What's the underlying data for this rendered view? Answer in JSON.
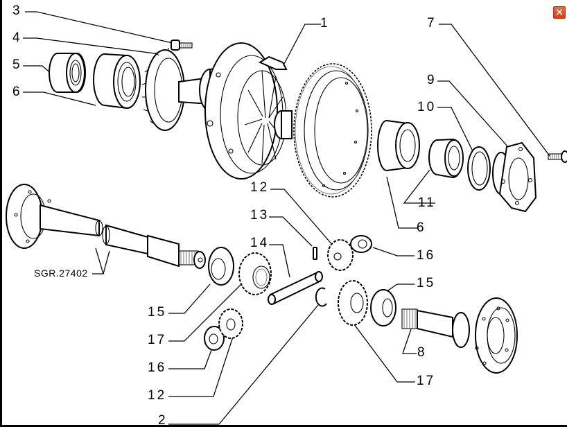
{
  "diagram": {
    "title": "Differential assembly exploded view",
    "reference_code": "SGR.27402",
    "callouts": [
      {
        "id": "3",
        "text": "3"
      },
      {
        "id": "4",
        "text": "4"
      },
      {
        "id": "5",
        "text": "5"
      },
      {
        "id": "6a",
        "text": "6"
      },
      {
        "id": "1",
        "text": "1"
      },
      {
        "id": "7",
        "text": "7"
      },
      {
        "id": "9",
        "text": "9"
      },
      {
        "id": "10",
        "text": "10"
      },
      {
        "id": "11",
        "text": "11"
      },
      {
        "id": "6b",
        "text": "6"
      },
      {
        "id": "12a",
        "text": "12"
      },
      {
        "id": "13",
        "text": "13"
      },
      {
        "id": "14",
        "text": "14"
      },
      {
        "id": "16a",
        "text": "16"
      },
      {
        "id": "15a",
        "text": "15"
      },
      {
        "id": "15b",
        "text": "15"
      },
      {
        "id": "17a",
        "text": "17"
      },
      {
        "id": "16b",
        "text": "16"
      },
      {
        "id": "12b",
        "text": "12"
      },
      {
        "id": "8",
        "text": "8"
      },
      {
        "id": "17b",
        "text": "17"
      },
      {
        "id": "2",
        "text": "2"
      }
    ]
  },
  "controls": {
    "close_label": "✕",
    "close_color": "#e2522a"
  }
}
